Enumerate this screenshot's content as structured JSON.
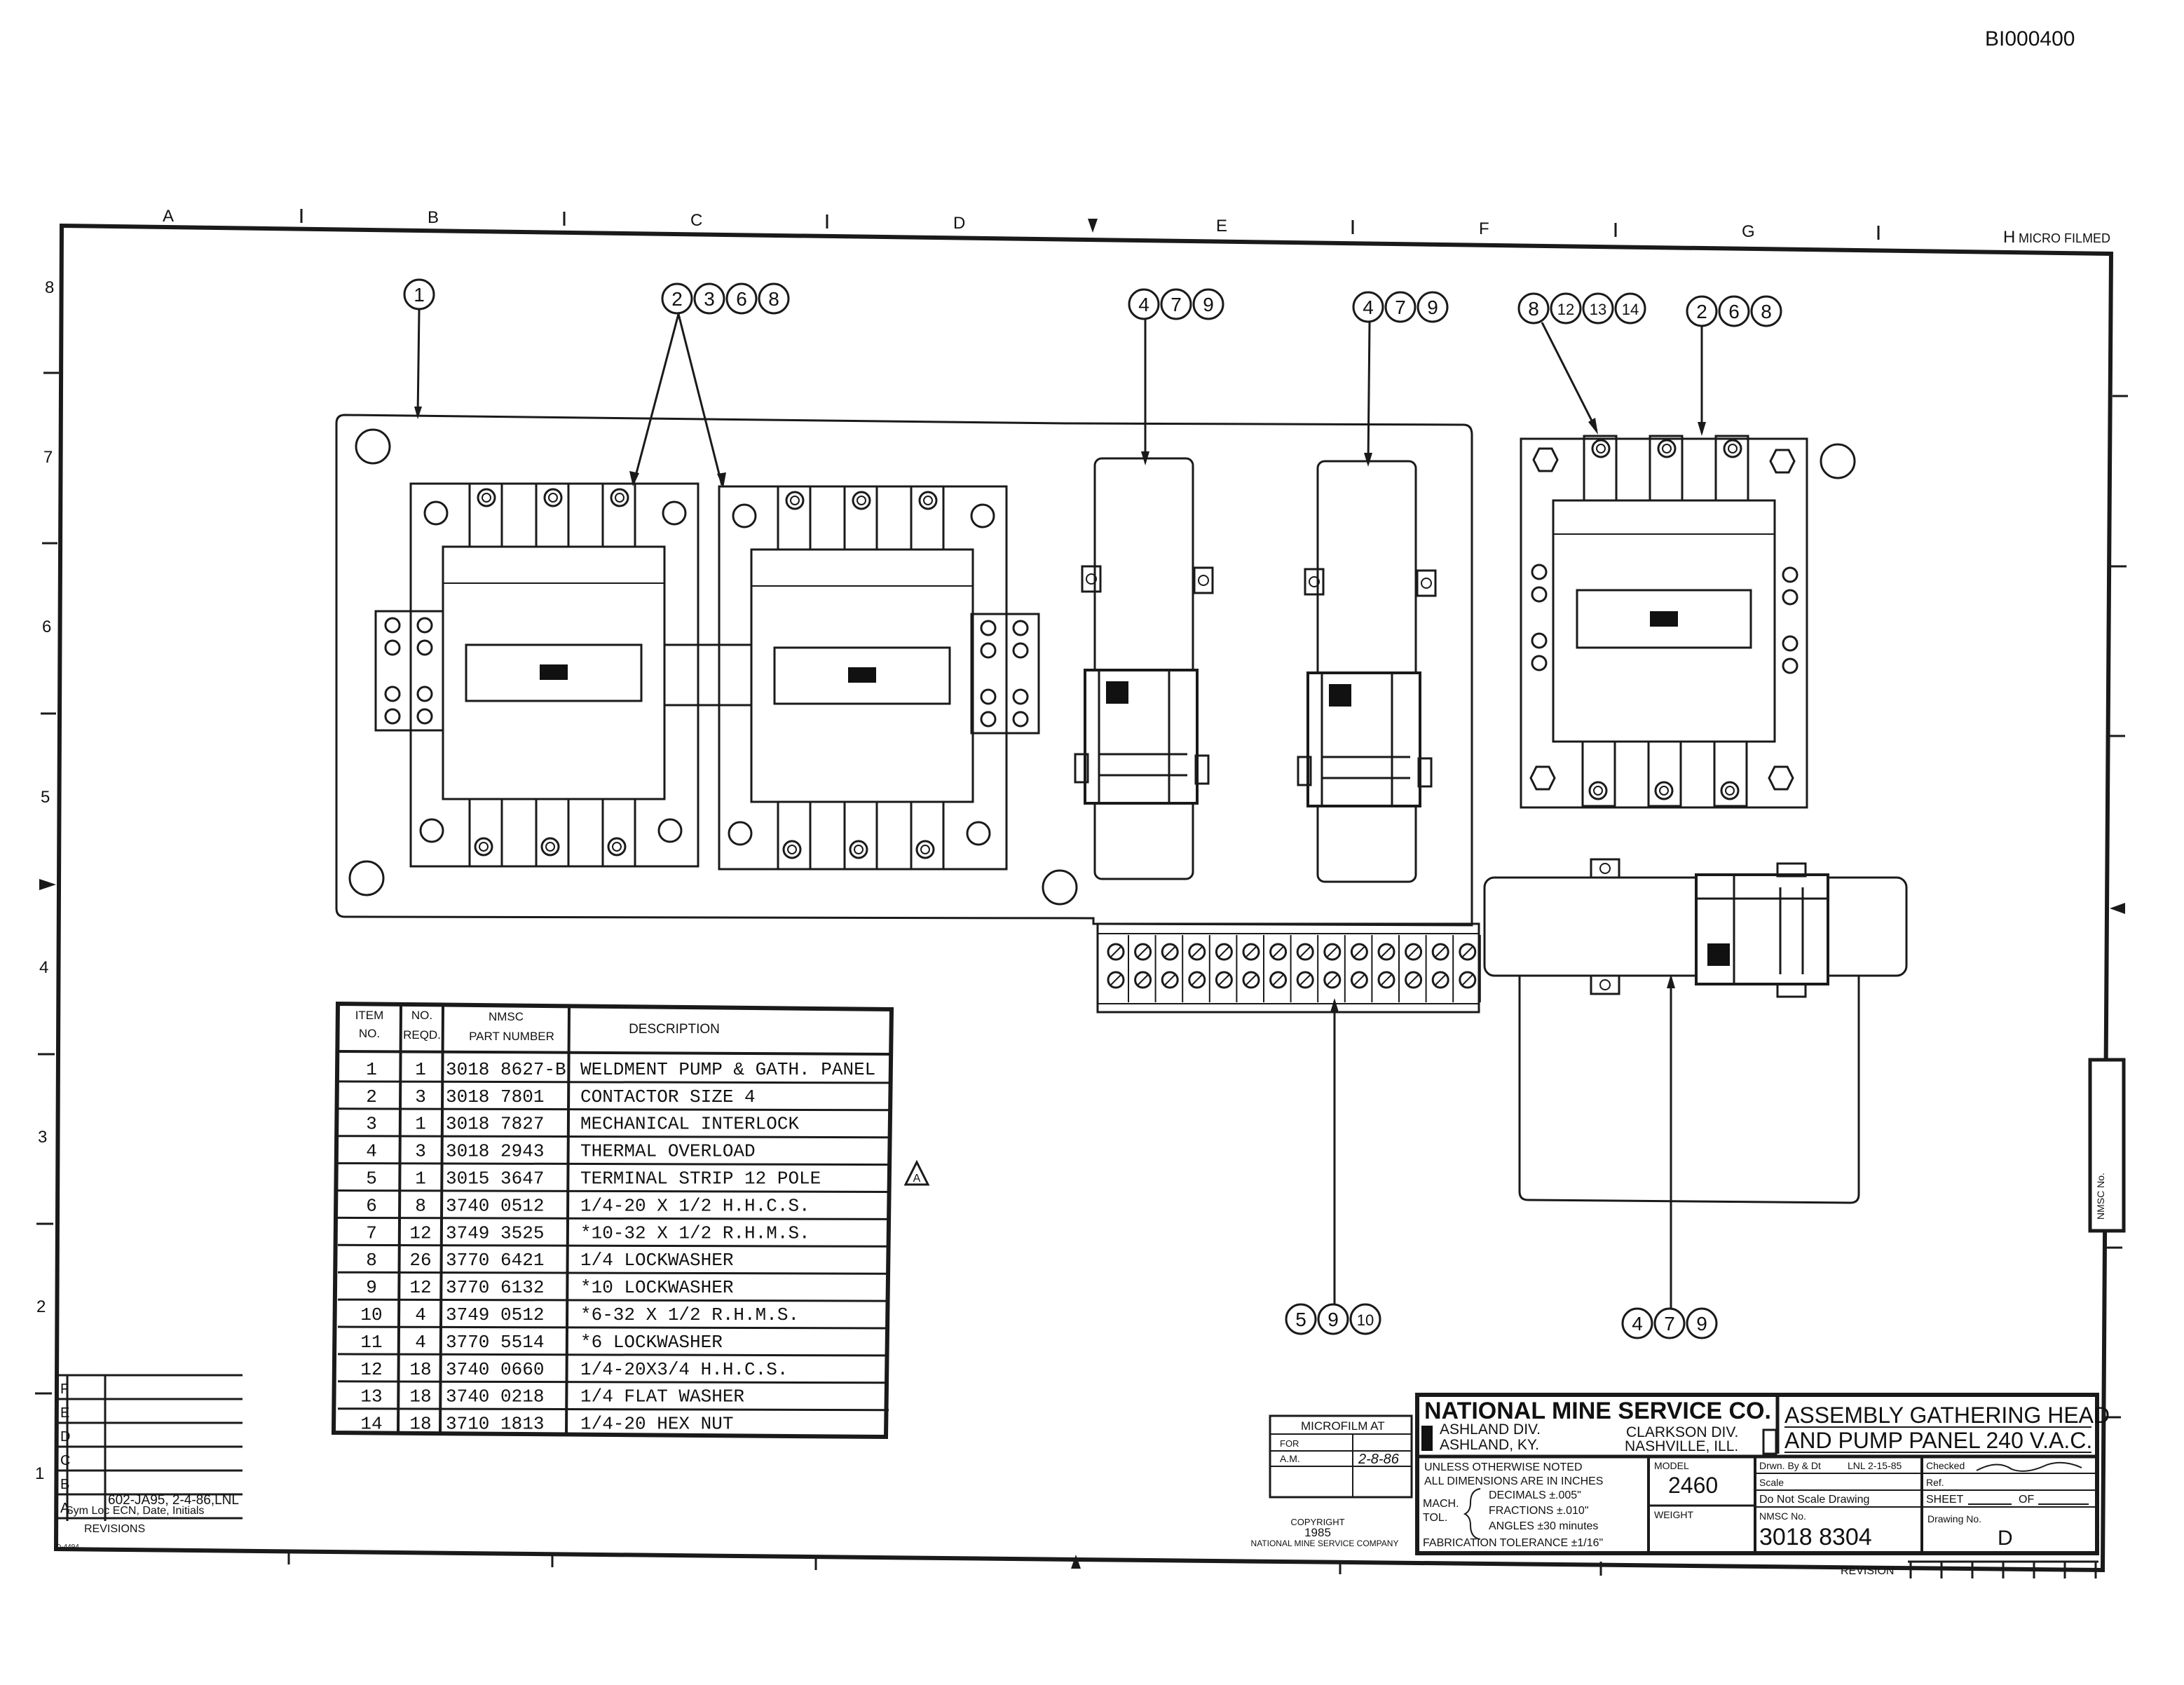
{
  "doc_id": "BI000400",
  "border": {
    "cols": [
      "A",
      "B",
      "C",
      "D",
      "E",
      "F",
      "G",
      "H"
    ],
    "rows": [
      "8",
      "7",
      "6",
      "5",
      "4",
      "3",
      "2",
      "1"
    ],
    "micro_note": "MICRO FILMED"
  },
  "balloons": [
    {
      "id": "b1",
      "items": [
        "1"
      ]
    },
    {
      "id": "b2",
      "items": [
        "2",
        "3",
        "6",
        "8"
      ]
    },
    {
      "id": "b3",
      "items": [
        "4",
        "7",
        "9"
      ]
    },
    {
      "id": "b4",
      "items": [
        "4",
        "7",
        "9"
      ]
    },
    {
      "id": "b5",
      "items": [
        "8",
        "12",
        "13",
        "14"
      ]
    },
    {
      "id": "b6",
      "items": [
        "2",
        "6",
        "8"
      ]
    },
    {
      "id": "b7",
      "items": [
        "5",
        "9",
        "10"
      ]
    },
    {
      "id": "b8",
      "items": [
        "4",
        "7",
        "9"
      ]
    }
  ],
  "bom": {
    "headers": [
      [
        "ITEM",
        "NO."
      ],
      [
        "NO.",
        "REQD."
      ],
      [
        "NMSC",
        "PART NUMBER"
      ],
      [
        "DESCRIPTION"
      ]
    ],
    "rows": [
      [
        "1",
        "1",
        "3018 8627-B",
        "WELDMENT PUMP & GATH. PANEL"
      ],
      [
        "2",
        "3",
        "3018 7801",
        "CONTACTOR SIZE 4"
      ],
      [
        "3",
        "1",
        "3018 7827",
        "MECHANICAL INTERLOCK"
      ],
      [
        "4",
        "3",
        "3018 2943",
        "THERMAL OVERLOAD"
      ],
      [
        "5",
        "1",
        "3015 3647",
        "TERMINAL STRIP 12 POLE"
      ],
      [
        "6",
        "8",
        "3740 0512",
        "1/4-20 X 1/2 H.H.C.S."
      ],
      [
        "7",
        "12",
        "3749 3525",
        "*10-32 X 1/2 R.H.M.S."
      ],
      [
        "8",
        "26",
        "3770 6421",
        "1/4 LOCKWASHER"
      ],
      [
        "9",
        "12",
        "3770 6132",
        "*10 LOCKWASHER"
      ],
      [
        "10",
        "4",
        "3749 0512",
        "*6-32 X 1/2 R.H.M.S."
      ],
      [
        "11",
        "4",
        "3770 5514",
        "*6 LOCKWASHER"
      ],
      [
        "12",
        "18",
        "3740 0660",
        "1/4-20X3/4 H.H.C.S."
      ],
      [
        "13",
        "18",
        "3740 0218",
        "1/4 FLAT WASHER"
      ],
      [
        "14",
        "18",
        "3710 1813",
        "1/4-20 HEX NUT"
      ]
    ]
  },
  "revisions": {
    "letters": [
      "F",
      "E",
      "D",
      "C",
      "B",
      "A"
    ],
    "entry_a": "602-JA95, 2-4-86,LNL",
    "header": "Sym Loc ECN, Date, Initials",
    "caption": "REVISIONS",
    "form": "D-4494"
  },
  "microfilm": {
    "title": "MICROFILM AT",
    "rows": [
      [
        "FOR",
        ""
      ],
      [
        "A.M.",
        "2-8-86"
      ]
    ]
  },
  "copyright": {
    "line1": "COPYRIGHT",
    "line2": "1985",
    "line3": "NATIONAL MINE SERVICE COMPANY"
  },
  "title_block": {
    "company": "NATIONAL MINE SERVICE CO.",
    "div_left_1": "ASHLAND DIV.",
    "div_left_2": "ASHLAND, KY.",
    "div_right_1": "CLARKSON DIV.",
    "div_right_2": "NASHVILLE, ILL.",
    "title_1": "ASSEMBLY GATHERING HEAD",
    "title_2": "AND PUMP PANEL 240 V.A.C.",
    "tol_1": "UNLESS OTHERWISE NOTED",
    "tol_2": "ALL DIMENSIONS ARE IN INCHES",
    "tol_mach": "MACH.",
    "tol_tol": "TOL.",
    "tol_dec": "DECIMALS ±.005\"",
    "tol_frac": "FRACTIONS ±.010\"",
    "tol_ang": "ANGLES ±30 minutes",
    "tol_fab": "FABRICATION TOLERANCE ±1/16\"",
    "model_label": "MODEL",
    "model": "2460",
    "weight_label": "WEIGHT",
    "drawn_label": "Drwn. By & Dt",
    "drawn": "LNL 2-15-85",
    "checked_label": "Checked",
    "scale_label": "Scale",
    "ref_label": "Ref.",
    "noscale": "Do Not Scale Drawing",
    "sheet_label": "SHEET",
    "of_label": "OF",
    "nmsc_label": "NMSC No.",
    "nmsc_no": "3018 8304",
    "dwg_label": "Drawing No.",
    "dwg_size": "D",
    "revision_label": "REVISION",
    "side_tab": "NMSC No."
  }
}
